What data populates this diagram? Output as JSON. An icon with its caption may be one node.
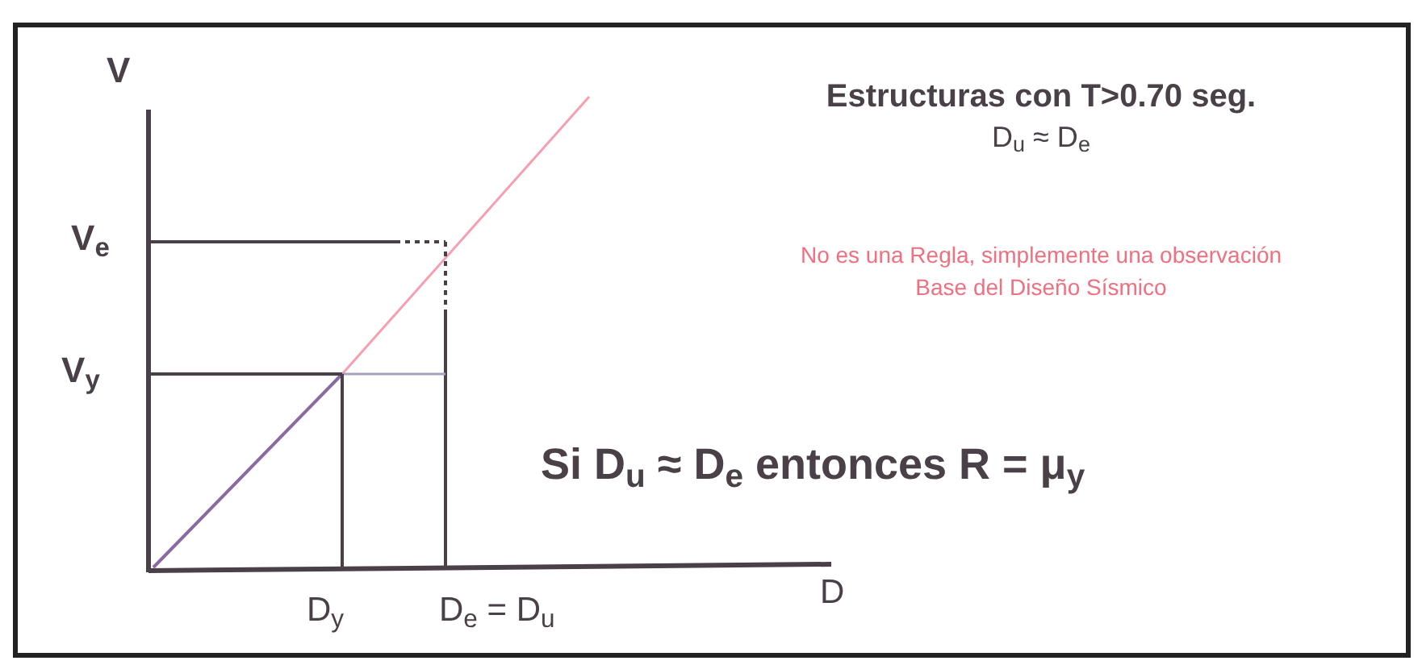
{
  "diagram": {
    "labels": [
      "V",
      "V$_{e}$",
      "V$_{y}$",
      "D$_{y}$",
      "D$_{e}$ = D$_{u}$",
      "D",
      "Estructuras con T>0.70 seg.",
      "D$_{u}$ ≈ D$_{e}$",
      "No es una Regla, simplemente una observación",
      "Base del Diseño Sísmico",
      "Si D$_{u}$ ≈ D$_{e}$ entonces R = μ$_{y}$"
    ]
  }
}
